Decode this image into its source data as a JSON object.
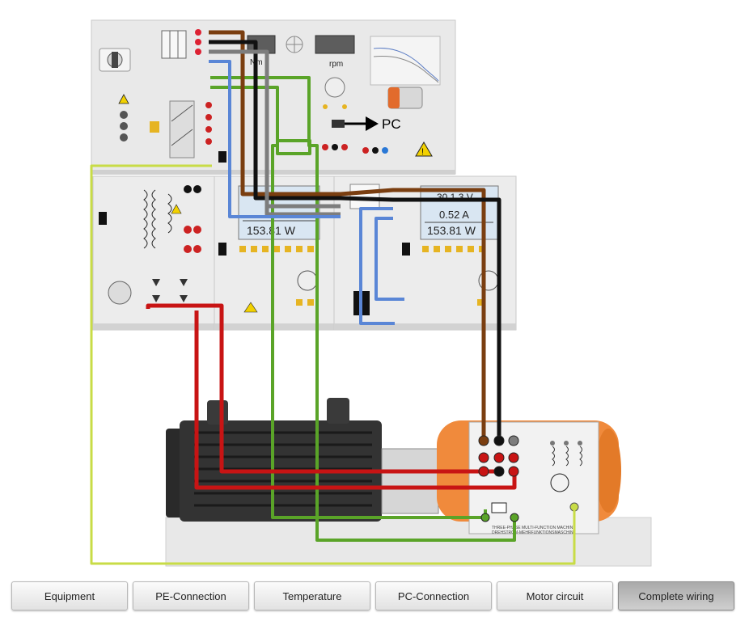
{
  "panel": {
    "top_unit": "rpm",
    "nm_label": "Nm",
    "pc_label": "PC"
  },
  "meter_left": {
    "power": "153.81 W"
  },
  "meter_right": {
    "voltage": "30.1.3 V",
    "current": "0.52 A",
    "power": "153.81 W"
  },
  "motor": {
    "plate_line1": "THREE-PHASE MULTI-FUNCTION MACHINE",
    "plate_line2": "DREHSTROM-MEHRFUNKTIONSMASCHINE"
  },
  "buttons": [
    {
      "label": "Equipment"
    },
    {
      "label": "PE-Connection"
    },
    {
      "label": "Temperature"
    },
    {
      "label": "PC-Connection"
    },
    {
      "label": "Motor circuit"
    },
    {
      "label": "Complete wiring",
      "active": true
    }
  ],
  "colors": {
    "brown": "#7a3e10",
    "black": "#111111",
    "grey": "#7d7d7d",
    "blue": "#5a86d6",
    "green": "#5aa428",
    "red": "#c81414",
    "yellow_green": "#c8dc46",
    "orange": "#f08a3c"
  }
}
